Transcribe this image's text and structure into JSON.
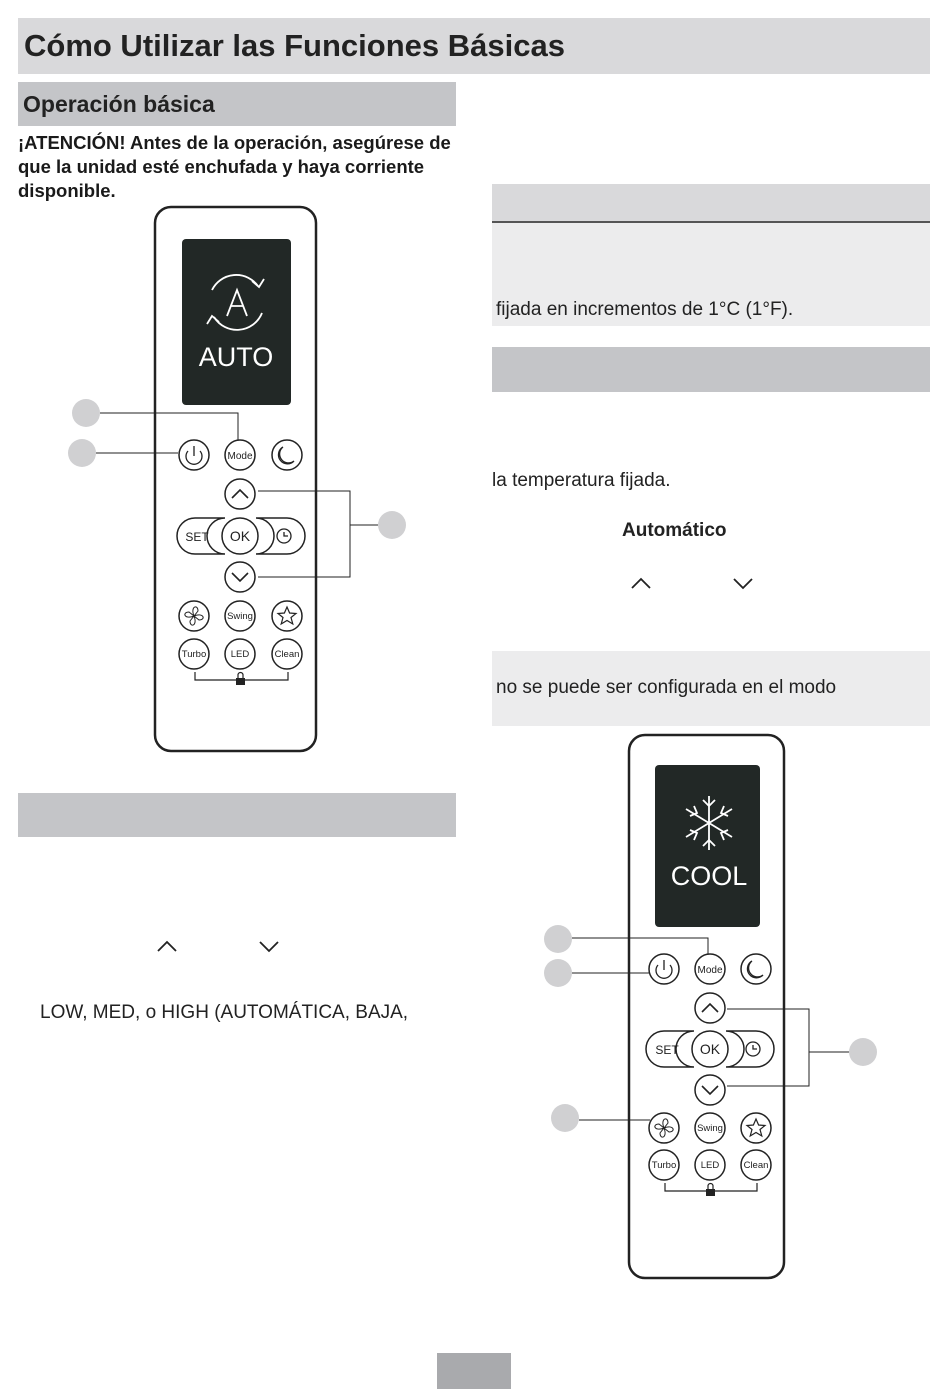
{
  "page": {
    "title": "Cómo Utilizar las Funciones Básicas",
    "subtitle": "Operación básica",
    "notice": "¡ATENCIÓN! Antes de la operación, asegúrese de que la unidad esté enchufada y haya corriente disponible."
  },
  "right": {
    "temp_increment": "fijada en incrementos de 1°C (1°F).",
    "temp_fixed": "la temperatura fijada.",
    "auto_label": "Automático",
    "note_line": "no se puede ser configurada en el modo"
  },
  "left": {
    "fan_speeds": "LOW, MED, o HIGH (AUTOMÁTICA, BAJA,"
  },
  "remote_auto": {
    "display_mode": "AUTO",
    "buttons": {
      "mode": "Mode",
      "set": "SET",
      "ok": "OK",
      "swing": "Swing",
      "turbo": "Turbo",
      "led": "LED",
      "clean": "Clean"
    }
  },
  "remote_cool": {
    "display_mode": "COOL",
    "buttons": {
      "mode": "Mode",
      "set": "SET",
      "ok": "OK",
      "swing": "Swing",
      "turbo": "Turbo",
      "led": "LED",
      "clean": "Clean"
    }
  },
  "colors": {
    "band_light": "#d9d9db",
    "band_dark": "#c4c5c8",
    "display_bg": "#222826"
  }
}
